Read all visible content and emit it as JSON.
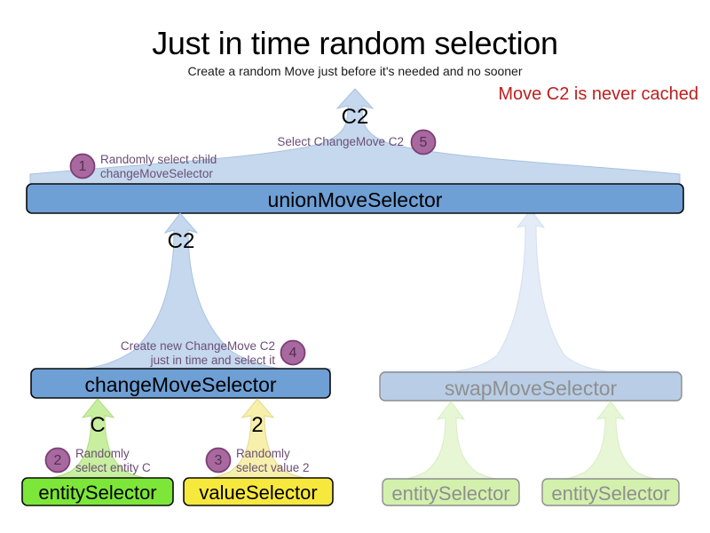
{
  "header": {
    "title": "Just in time random selection",
    "subtitle": "Create a random Move just before it's needed and no sooner",
    "warning": "Move C2 is never cached",
    "warning_color": "#be1e1e"
  },
  "colors": {
    "box_blue_fill": "#6e9fd5",
    "box_blue_stroke": "#0b0b0b",
    "arrow_blue_fill": "#c5d8ee",
    "arrow_blue_stroke": "#a9c2df",
    "box_green_fill": "#7ce639",
    "box_green_stroke": "#0b0b0b",
    "arrow_green_fill": "#c8efa0",
    "arrow_green_stroke": "#aedc7f",
    "box_yellow_fill": "#f7e83e",
    "box_yellow_stroke": "#0b0b0b",
    "arrow_yellow_fill": "#f7f0ad",
    "arrow_yellow_stroke": "#e3d98a",
    "faded_box_blue_fill": "#b9cde6",
    "faded_box_blue_stroke": "#8d8d8d",
    "faded_arrow_blue_fill": "#e4ecf7",
    "faded_arrow_blue_stroke": "#d3e0ef",
    "faded_box_green_fill": "#d3f0ad",
    "faded_box_green_stroke": "#8d8d8d",
    "faded_arrow_green_fill": "#e7f7d6",
    "faded_arrow_green_stroke": "#d8ecc2",
    "badge_fill": "#a868a0",
    "badge_stroke": "#7b3f73",
    "note_text": "#6c4f76",
    "faded_text": "#8f8f8f"
  },
  "nodes": {
    "union_move_selector": {
      "label": "unionMoveSelector"
    },
    "change_move_selector": {
      "label": "changeMoveSelector"
    },
    "swap_move_selector": {
      "label": "swapMoveSelector"
    },
    "entity_selector_left": {
      "label": "entitySelector"
    },
    "value_selector": {
      "label": "valueSelector"
    },
    "swap_entity_selector_1": {
      "label": "entitySelector"
    },
    "swap_entity_selector_2": {
      "label": "entitySelector"
    }
  },
  "flow_labels": {
    "top_c2": "C2",
    "change_c2": "C2",
    "entity_c": "C",
    "value_2": "2"
  },
  "steps": [
    {
      "number": "1",
      "line1": "Randomly select child",
      "line2": "changeMoveSelector"
    },
    {
      "number": "2",
      "line1": "Randomly",
      "line2": "select entity C"
    },
    {
      "number": "3",
      "line1": "Randomly",
      "line2": "select value 2"
    },
    {
      "number": "4",
      "line1": "Create new ChangeMove C2",
      "line2": "just in time and select it"
    },
    {
      "number": "5",
      "line1": "Select ChangeMove C2",
      "line2": ""
    }
  ]
}
